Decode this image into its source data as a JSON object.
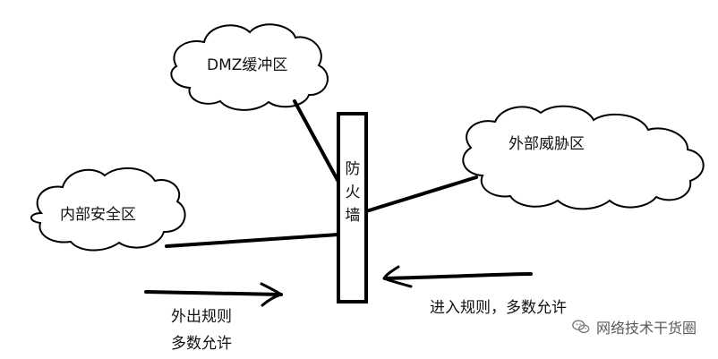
{
  "zones": {
    "dmz": {
      "label": "DMZ缓冲区"
    },
    "internal": {
      "label": "内部安全区"
    },
    "external": {
      "label": "外部威胁区"
    }
  },
  "firewall": {
    "label_chars": [
      "防",
      "火",
      "墙"
    ]
  },
  "rules": {
    "outbound": {
      "line1": "外出规则",
      "line2": "多数允许"
    },
    "inbound": {
      "text": "进入规则，多数允许"
    }
  },
  "watermark": {
    "text": "网络技术干货圈",
    "icon": "wechat-icon"
  }
}
